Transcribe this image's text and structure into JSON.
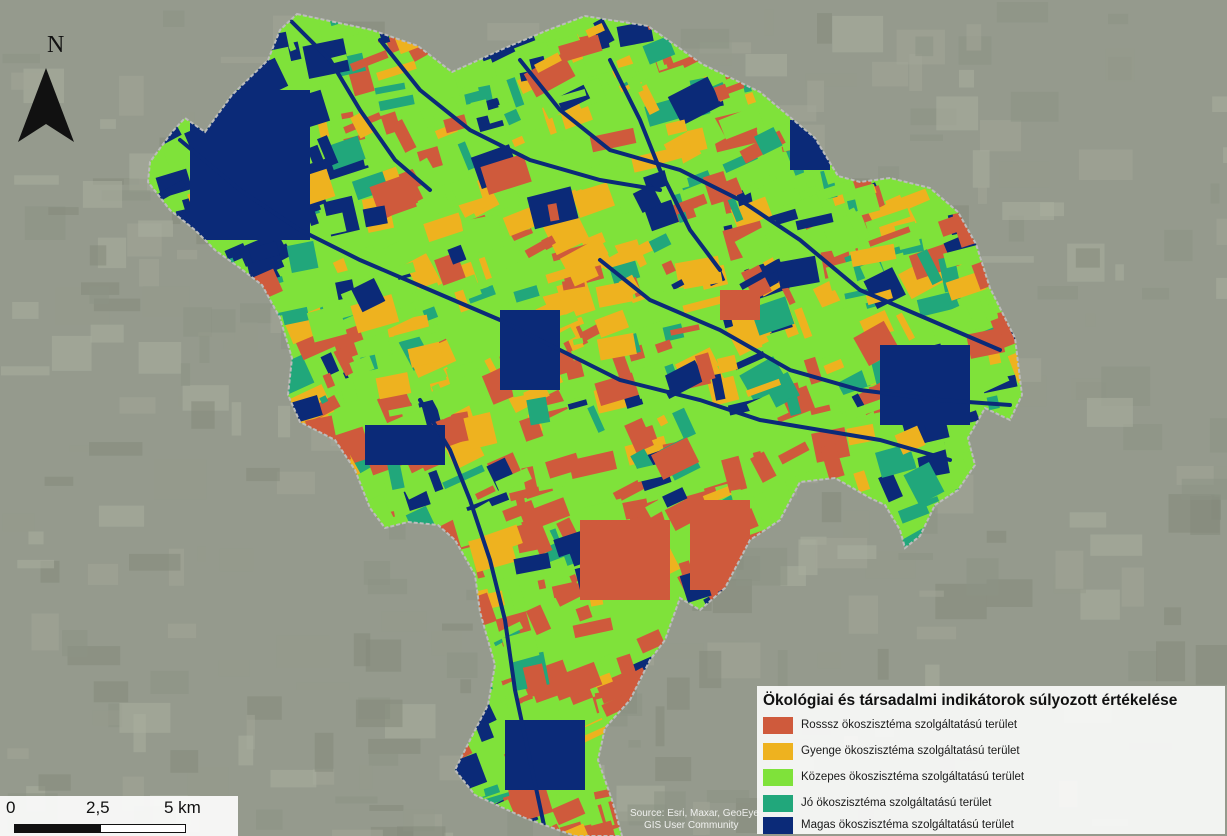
{
  "colors": {
    "background": "#959a8d",
    "boundary": "#bcbcbc",
    "rossz": "#cf5a3c",
    "gyenge": "#eeb21f",
    "kozepes": "#7fe23a",
    "jo": "#21a77b",
    "magas": "#0b2a78"
  },
  "north_arrow": {
    "label": "N",
    "icon": "north-arrow-icon"
  },
  "legend": {
    "title": "Ökológiai és társadalmi indikátorok súlyozott értékelése",
    "items": [
      {
        "label": "Rosssz ökoszisztéma szolgáltatású terület",
        "color": "#cf5a3c"
      },
      {
        "label": "Gyenge ökoszisztéma szolgáltatású terület",
        "color": "#eeb21f"
      },
      {
        "label": "Közepes ökoszisztéma szolgáltatású terület",
        "color": "#7fe23a"
      },
      {
        "label": "Jó ökoszisztéma szolgáltatású terület",
        "color": "#21a77b"
      },
      {
        "label": "Magas ökoszisztéma szolgáltatású terület",
        "color": "#0b2a78"
      }
    ]
  },
  "scalebar": {
    "labels": [
      "0",
      "2,5",
      "5 km"
    ]
  },
  "credit": {
    "line1": "Source: Esri, Maxar, GeoEye",
    "line2": "GIS User Community"
  }
}
